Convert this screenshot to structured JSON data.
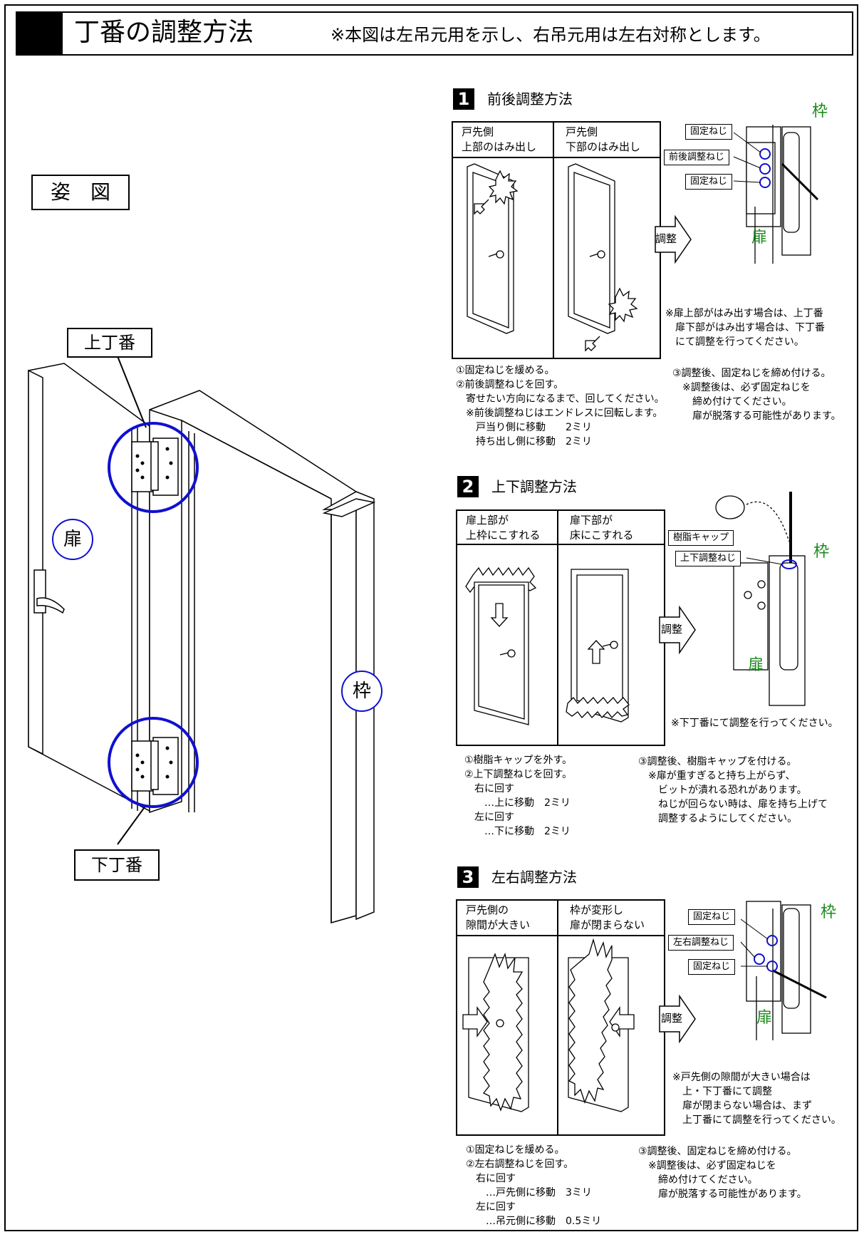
{
  "header": {
    "title": "丁番の調整方法",
    "note": "※本図は左吊元用を示し、右吊元用は左右対称とします。"
  },
  "overview": {
    "label": "姿　図",
    "upper_hinge": "上丁番",
    "lower_hinge": "下丁番",
    "door": "扉",
    "frame": "枠"
  },
  "section1": {
    "num": "1",
    "title": "前後調整方法",
    "col1": "戸先側\n上部のはみ出し",
    "col2": "戸先側\n下部のはみ出し",
    "arrow": "調整",
    "tags": [
      "固定ねじ",
      "前後調整ねじ",
      "固定ねじ"
    ],
    "frame_label": "枠",
    "door_label": "扉",
    "side_note": "※扉上部がはみ出す場合は、上丁番\n　扉下部がはみ出す場合は、下丁番\n　にて調整を行ってください。",
    "steps_left": "①固定ねじを緩める。\n②前後調整ねじを回す。\n　寄せたい方向になるまで、回してください。\n　※前後調整ねじはエンドレスに回転します。\n　　戸当り側に移動　　2ミリ\n　　持ち出し側に移動　2ミリ",
    "steps_right": "③調整後、固定ねじを締め付ける。\n　※調整後は、必ず固定ねじを\n　　締め付けてください。\n　　扉が脱落する可能性があります。"
  },
  "section2": {
    "num": "2",
    "title": "上下調整方法",
    "col1": "扉上部が\n上枠にこすれる",
    "col2": "扉下部が\n床にこすれる",
    "arrow": "調整",
    "tags": [
      "樹脂キャップ",
      "上下調整ねじ"
    ],
    "frame_label": "枠",
    "door_label": "扉",
    "side_note": "※下丁番にて調整を行ってください。",
    "steps_left": "①樹脂キャップを外す。\n②上下調整ねじを回す。\n　右に回す\n　　…上に移動　2ミリ\n　左に回す\n　　…下に移動　2ミリ",
    "steps_right": "③調整後、樹脂キャップを付ける。\n　※扉が重すぎると持ち上がらず、\n　　ビットが潰れる恐れがあります。\n　　ねじが回らない時は、扉を持ち上げて\n　　調整するようにしてください。"
  },
  "section3": {
    "num": "3",
    "title": "左右調整方法",
    "col1": "戸先側の\n隙間が大きい",
    "col2": "枠が変形し\n扉が閉まらない",
    "arrow": "調整",
    "tags": [
      "固定ねじ",
      "左右調整ねじ",
      "固定ねじ"
    ],
    "frame_label": "枠",
    "door_label": "扉",
    "side_note": "※戸先側の隙間が大きい場合は\n　上・下丁番にて調整\n　扉が閉まらない場合は、まず\n　上丁番にて調整を行ってください。",
    "steps_left": "①固定ねじを緩める。\n②左右調整ねじを回す。\n　右に回す\n　　…戸先側に移動　3ミリ\n　左に回す\n　　…吊元側に移動　0.5ミリ",
    "steps_right": "③調整後、固定ねじを締め付ける。\n　※調整後は、必ず固定ねじを\n　　締め付けてください。\n　　扉が脱落する可能性があります。"
  },
  "colors": {
    "circle": "#1010d0",
    "label_green": "#1a8a1a"
  }
}
